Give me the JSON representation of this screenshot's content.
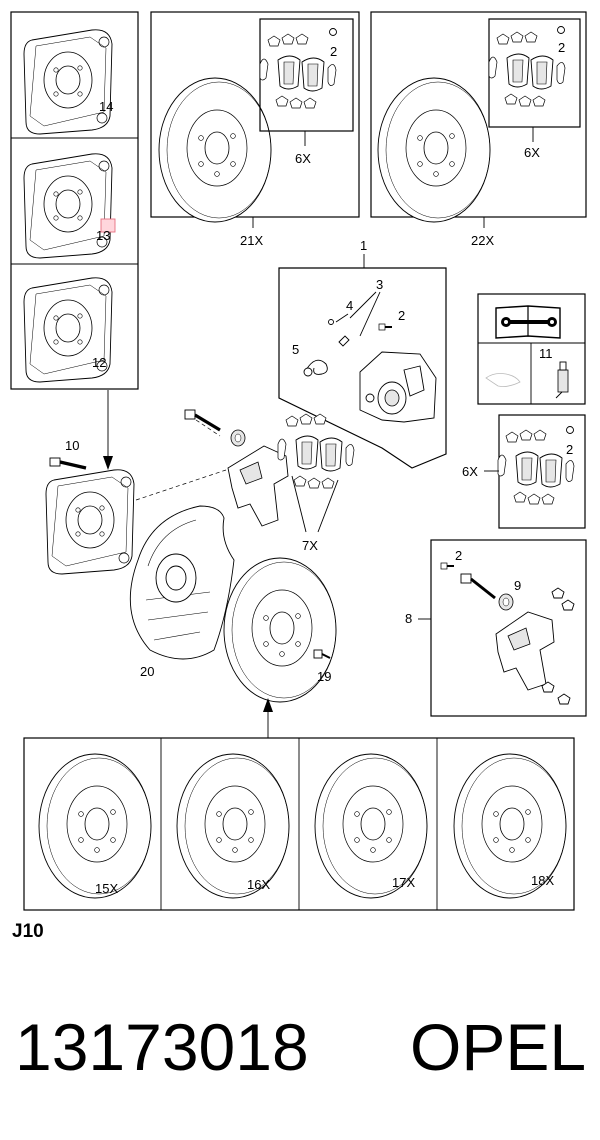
{
  "diagram_code": "J10",
  "part_number": "13173018",
  "brand": "OPEL",
  "callouts": {
    "p1": "1",
    "p2": "2",
    "p3": "3",
    "p4": "4",
    "p5": "5",
    "p6x": "6X",
    "p7x": "7X",
    "p8": "8",
    "p9": "9",
    "p10": "10",
    "p11": "11",
    "p12": "12",
    "p13": "13",
    "p14": "14",
    "p15x": "15X",
    "p16x": "16X",
    "p17x": "17X",
    "p18x": "18X",
    "p19": "19",
    "p20": "20",
    "p21x": "21X",
    "p22x": "22X"
  },
  "colors": {
    "highlight": "#ff9aa8",
    "line": "#000000"
  },
  "icons": [
    "manual-wrench-icon"
  ]
}
